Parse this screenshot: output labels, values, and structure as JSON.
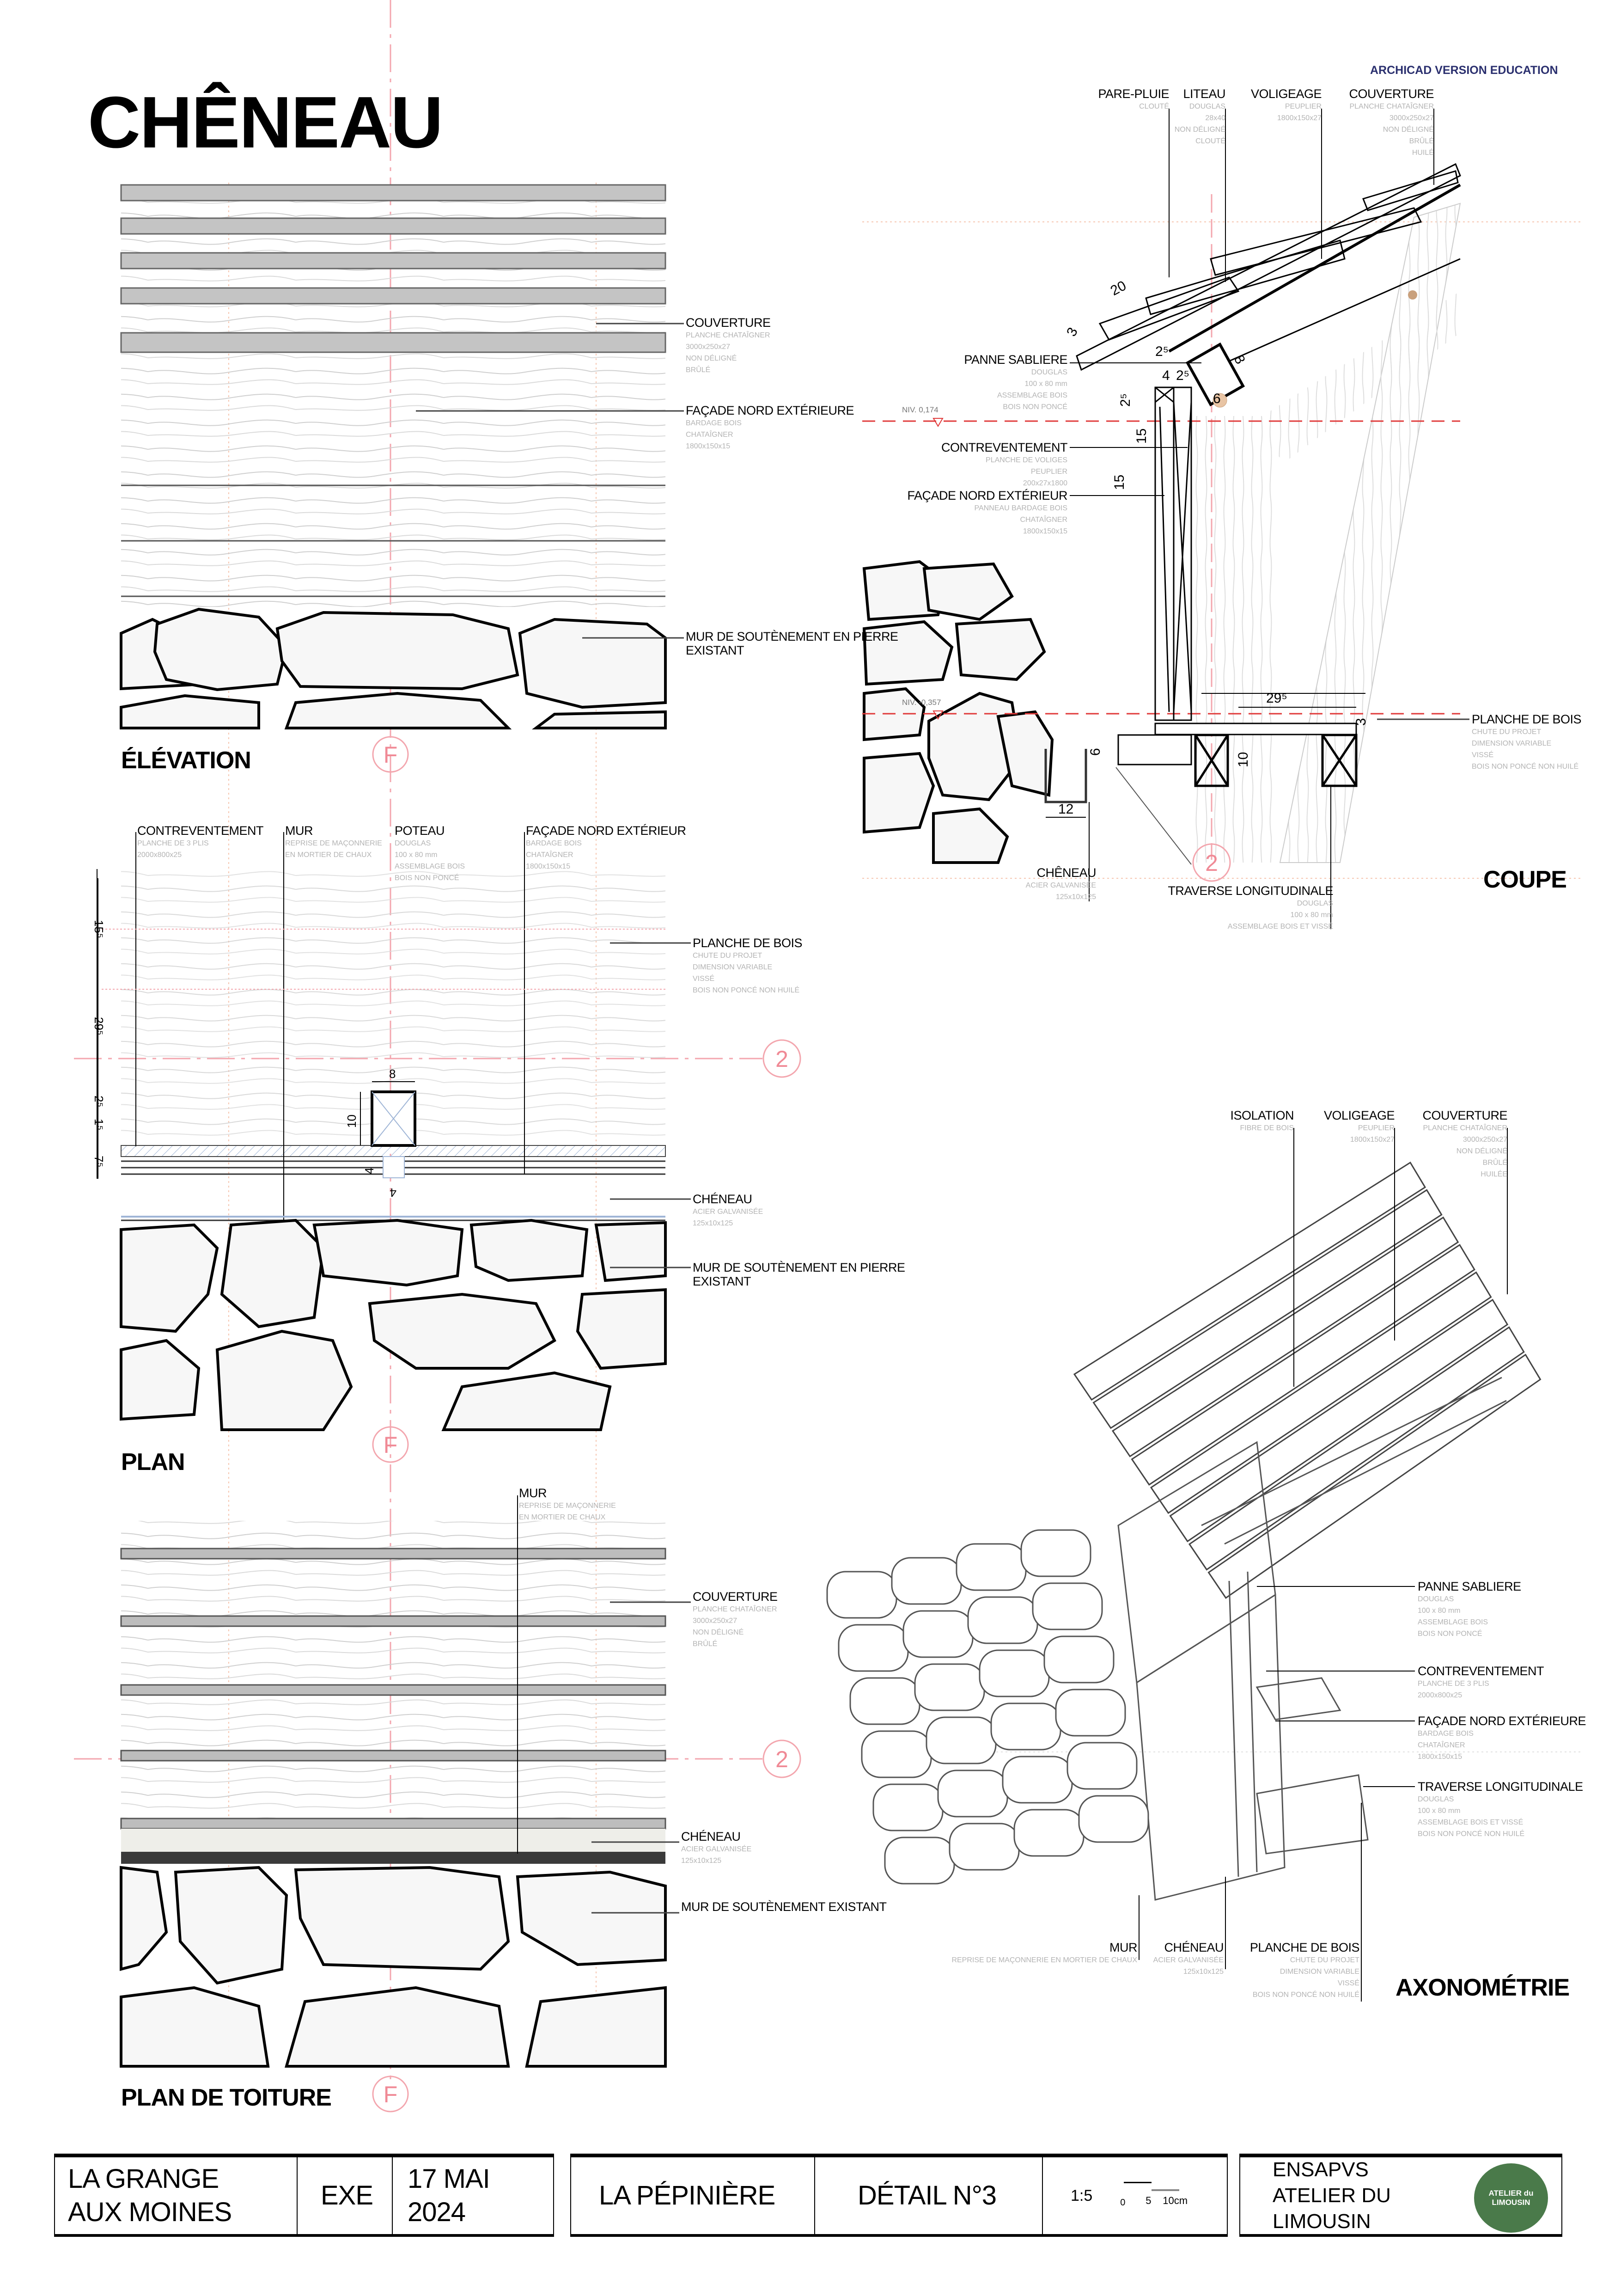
{
  "sheet": {
    "title": "CHÊNEAU",
    "watermark": "ARCHICAD VERSION EDUCATION"
  },
  "views": {
    "elevation": {
      "label": "ÉLÉVATION",
      "marker": "F"
    },
    "plan": {
      "label": "PLAN",
      "marker": "F"
    },
    "roof_plan": {
      "label": "PLAN DE TOITURE",
      "marker": "F"
    },
    "section": {
      "label": "COUPE"
    },
    "axonometry": {
      "label": "AXONOMÉTRIE"
    },
    "section_marker": "2"
  },
  "levels": {
    "upper": "NIV. 0,174",
    "lower": "NIV. -0,357"
  },
  "callouts": {
    "elev_couverture": {
      "title": "COUVERTURE",
      "lines": [
        "PLANCHE CHATAÎGNER",
        "3000x250x27",
        "NON DÉLIGNÉ",
        "BRÛLÉ"
      ]
    },
    "elev_facade": {
      "title": "FAÇADE NORD EXTÉRIEURE",
      "lines": [
        "BARDAGE BOIS",
        "CHATAÎGNER",
        "1800x150x15"
      ]
    },
    "elev_mur": {
      "title": "MUR DE SOUTÈNEMENT EN PIERRE EXISTANT",
      "lines": []
    },
    "cp_parepluie": {
      "title": "PARE-PLUIE",
      "lines": [
        "CLOUTÉ"
      ]
    },
    "cp_liteau": {
      "title": "LITEAU",
      "lines": [
        "DOUGLAS",
        "28x40",
        "NON DÉLIGNÉ",
        "CLOUTÉ"
      ]
    },
    "cp_voligeage": {
      "title": "VOLIGEAGE",
      "lines": [
        "PEUPLIER",
        "1800x150x27"
      ]
    },
    "cp_couverture": {
      "title": "COUVERTURE",
      "lines": [
        "PLANCHE CHATAÎGNER",
        "3000x250x27",
        "NON DÉLIGNÉ",
        "BRÛLÉ",
        "HUILÉ"
      ]
    },
    "cp_panne": {
      "title": "PANNE SABLIERE",
      "lines": [
        "DOUGLAS",
        "100 x 80 mm",
        "ASSEMBLAGE BOIS",
        "BOIS NON PONCÉ"
      ]
    },
    "cp_contrevent": {
      "title": "CONTREVENTEMENT",
      "lines": [
        "PLANCHE DE VOLIGES",
        "PEUPLIER",
        "200x27x1800"
      ]
    },
    "cp_facade": {
      "title": "FAÇADE NORD EXTÉRIEUR",
      "lines": [
        "PANNEAU BARDAGE BOIS",
        "CHATAÎGNER",
        "1800x150x15"
      ]
    },
    "cp_planche": {
      "title": "PLANCHE DE BOIS",
      "lines": [
        "CHUTE DU PROJET",
        "DIMENSION VARIABLE",
        "VISSÉ",
        "BOIS NON PONCÉ NON HUILÉ"
      ]
    },
    "cp_cheneau": {
      "title": "CHÊNEAU",
      "lines": [
        "ACIER GALVANISÉE",
        "125x10x125"
      ]
    },
    "cp_traverse": {
      "title": "TRAVERSE LONGITUDINALE",
      "lines": [
        "DOUGLAS",
        "100 x 80 mm",
        "ASSEMBLAGE BOIS ET VISSÉ"
      ]
    },
    "pl_contrevent": {
      "title": "CONTREVENTEMENT",
      "lines": [
        "PLANCHE DE 3 PLIS",
        "2000x800x25"
      ]
    },
    "pl_mur": {
      "title": "MUR",
      "lines": [
        "REPRISE DE MAÇONNERIE",
        "EN MORTIER DE CHAUX"
      ]
    },
    "pl_poteau": {
      "title": "POTEAU",
      "lines": [
        "DOUGLAS",
        "100 x 80 mm",
        "ASSEMBLAGE BOIS",
        "BOIS NON PONCÉ"
      ]
    },
    "pl_facade": {
      "title": "FAÇADE NORD EXTÉRIEUR",
      "lines": [
        "BARDAGE BOIS",
        "CHATAÎGNER",
        "1800x150x15"
      ]
    },
    "pl_planche": {
      "title": "PLANCHE DE BOIS",
      "lines": [
        "CHUTE DU PROJET",
        "DIMENSION VARIABLE",
        "VISSÉ",
        "BOIS NON PONCÉ NON HUILÉ"
      ]
    },
    "pl_cheneau": {
      "title": "CHÉNEAU",
      "lines": [
        "ACIER GALVANISÉE",
        "125x10x125"
      ]
    },
    "pl_mursout": {
      "title": "MUR DE SOUTÈNEMENT EN PIERRE EXISTANT",
      "lines": []
    },
    "tt_mur": {
      "title": "MUR",
      "lines": [
        "REPRISE DE MAÇONNERIE",
        "EN MORTIER DE CHAUX"
      ]
    },
    "tt_couverture": {
      "title": "COUVERTURE",
      "lines": [
        "PLANCHE CHATAÎGNER",
        "3000x250x27",
        "NON DÉLIGNÉ",
        "BRÛLÉ"
      ]
    },
    "tt_cheneau": {
      "title": "CHÉNEAU",
      "lines": [
        "ACIER GALVANISÉE",
        "125x10x125"
      ]
    },
    "tt_mursout": {
      "title": "MUR DE SOUTÈNEMENT EXISTANT",
      "lines": []
    },
    "ax_isolation": {
      "title": "ISOLATION",
      "lines": [
        "FIBRE DE BOIS"
      ]
    },
    "ax_voligeage": {
      "title": "VOLIGEAGE",
      "lines": [
        "PEUPLIER",
        "1800x150x27"
      ]
    },
    "ax_couverture": {
      "title": "COUVERTURE",
      "lines": [
        "PLANCHE CHATAÎGNER",
        "3000x250x27",
        "NON DÉLIGNÉ",
        "BRÛLÉ",
        "HUILÉE"
      ]
    },
    "ax_panne": {
      "title": "PANNE SABLIERE",
      "lines": [
        "DOUGLAS",
        "100 x 80 mm",
        "ASSEMBLAGE BOIS",
        "BOIS NON PONCÉ"
      ]
    },
    "ax_contrevent": {
      "title": "CONTREVENTEMENT",
      "lines": [
        "PLANCHE DE 3 PLIS",
        "2000x800x25"
      ]
    },
    "ax_facade": {
      "title": "FAÇADE NORD EXTÉRIEURE",
      "lines": [
        "BARDAGE BOIS",
        "CHATAÎGNER",
        "1800x150x15"
      ]
    },
    "ax_traverse": {
      "title": "TRAVERSE LONGITUDINALE",
      "lines": [
        "DOUGLAS",
        "100 x 80 mm",
        "ASSEMBLAGE BOIS ET VISSÉ",
        "BOIS NON PONCÉ NON HUILÉ"
      ]
    },
    "ax_mur": {
      "title": "MUR",
      "lines": [
        "REPRISE DE MAÇONNERIE EN MORTIER DE CHAUX"
      ]
    },
    "ax_cheneau": {
      "title": "CHÉNEAU",
      "lines": [
        "ACIER GALVANISÉE",
        "125x10x125"
      ]
    },
    "ax_planche": {
      "title": "PLANCHE DE BOIS",
      "lines": [
        "CHUTE DU PROJET",
        "DIMENSION VARIABLE",
        "VISSÉ",
        "BOIS NON PONCÉ NON HUILÉ"
      ]
    }
  },
  "dims": {
    "coupe": [
      "20",
      "2⁵",
      "4",
      "2⁵",
      "8",
      "6",
      "15",
      "15",
      "2⁵",
      "3",
      "29⁵",
      "3",
      "6",
      "10",
      "12"
    ],
    "plan": [
      "15⁵",
      "29⁵",
      "2⁵",
      "1⁵",
      "7⁵",
      "8",
      "10",
      "4",
      "4"
    ]
  },
  "title_block": {
    "project": [
      "LA GRANGE",
      "AUX MOINES"
    ],
    "phase": "EXE",
    "date": [
      "17 MAI",
      "2024"
    ],
    "building": "LA PÉPINIÈRE",
    "detail": "DÉTAIL N°3",
    "scale": "1:5",
    "scale_bar": [
      "0",
      "5",
      "10cm"
    ],
    "school": [
      "ENSAPVS",
      "ATELIER DU",
      "LIMOUSIN"
    ],
    "logo": {
      "text": [
        "ATELIER du",
        "LIMOUSIN"
      ],
      "color": "#4a7a4a"
    }
  },
  "colors": {
    "construction_red": "#e03a3a",
    "grid_pink": "#f3a6ae",
    "watermark": "#2a2f6e"
  }
}
